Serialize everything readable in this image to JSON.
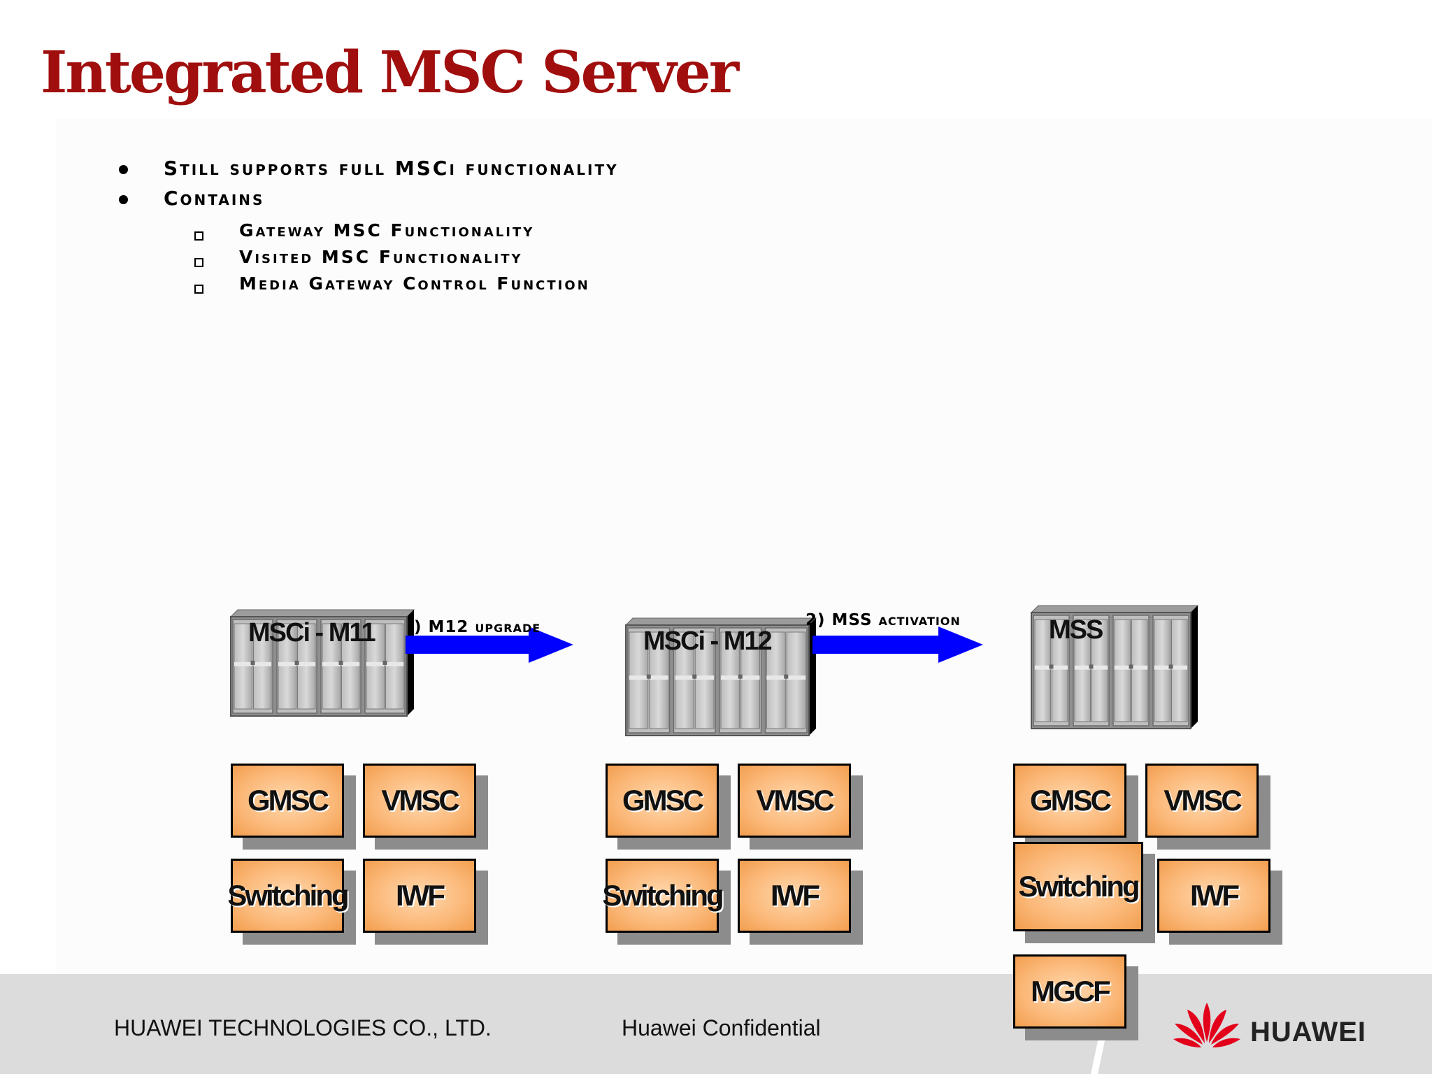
{
  "title": "Integrated MSC Server",
  "bullets": [
    {
      "level": 1,
      "text": "Still supports full MSCi functionality"
    },
    {
      "level": 1,
      "text": "Contains"
    },
    {
      "level": 2,
      "text": "Gateway MSC Functionality"
    },
    {
      "level": 2,
      "text": "Visited MSC Functionality"
    },
    {
      "level": 2,
      "text": "Media Gateway Control Function"
    }
  ],
  "racks": [
    {
      "label": "MSCi - M11"
    },
    {
      "label": "MSCi - M12"
    },
    {
      "label": "MSS"
    }
  ],
  "arrows": [
    {
      "label": ") M12 upgrade",
      "color": "#0000ff"
    },
    {
      "label": "2) MSS activation",
      "color": "#0000ff"
    }
  ],
  "function_groups": [
    {
      "gmsc": "GMSC",
      "vmsc": "VMSC",
      "switching": "Switching",
      "iwf": "IWF"
    },
    {
      "gmsc": "GMSC",
      "vmsc": "VMSC",
      "switching": "Switching",
      "iwf": "IWF"
    },
    {
      "gmsc": "GMSC",
      "vmsc": "VMSC",
      "switching": "Switching",
      "iwf": "IWF",
      "mgcf": "MGCF"
    }
  ],
  "footer": {
    "company": "HUAWEI TECHNOLOGIES CO., LTD.",
    "confidential": "Huawei Confidential",
    "logo_text": "HUAWEI"
  },
  "colors": {
    "title": "#a00e0e",
    "box_fill": "#fbb878",
    "arrow": "#0000ff",
    "logo_red": "#e3001b"
  }
}
